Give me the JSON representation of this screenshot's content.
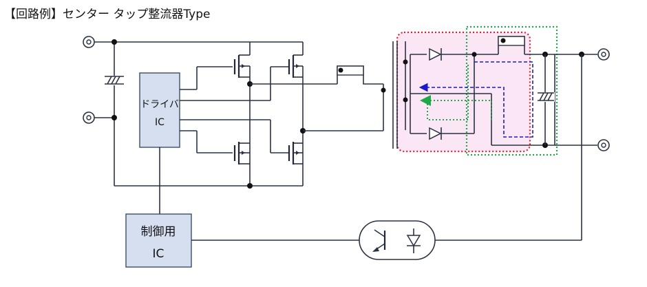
{
  "title": "【回路例】センター タップ整流器Type",
  "driver_ic": {
    "line1": "ドライバ",
    "line2": "IC"
  },
  "control_ic": {
    "line1": "制御用",
    "line2": "IC"
  },
  "colors": {
    "wire": "#2a3142",
    "ic_fill": "#d6dff0",
    "highlight_fill": "#fbe6f6",
    "red_loop": "#e0202e",
    "green_loop": "#1fa84a",
    "blue_current": "#1a1acc",
    "green_current": "#1fa84a"
  },
  "icons": [
    "terminal-icon",
    "capacitor-icon",
    "mosfet-icon",
    "transformer-icon",
    "diode-icon",
    "photocoupler-icon"
  ]
}
